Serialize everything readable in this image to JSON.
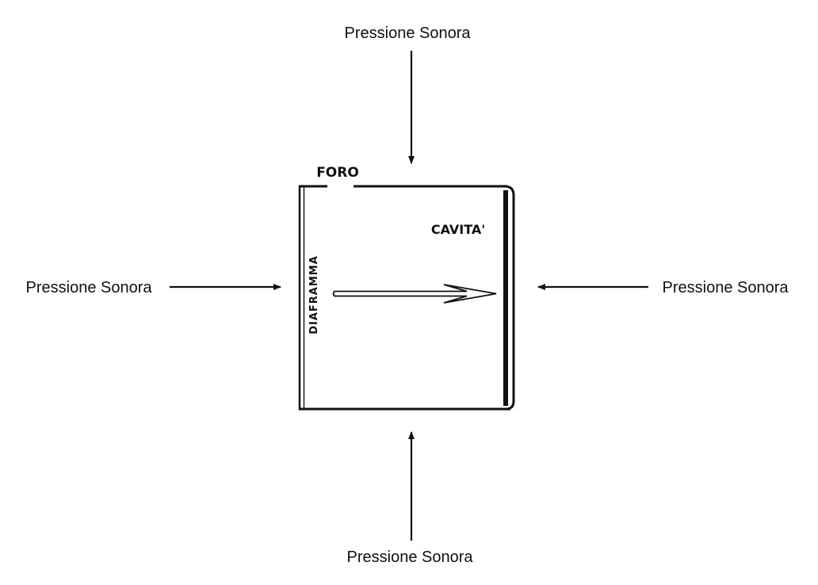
{
  "labels": {
    "pressure_top": "Pressione Sonora",
    "pressure_bottom": "Pressione Sonora",
    "pressure_left": "Pressione Sonora",
    "pressure_right": "Pressione Sonora",
    "hole": "FORO",
    "cavity": "CAVITA'",
    "diaphragm": "DIAFRAMMA"
  },
  "colors": {
    "ink": "#111111",
    "background": "#ffffff"
  }
}
